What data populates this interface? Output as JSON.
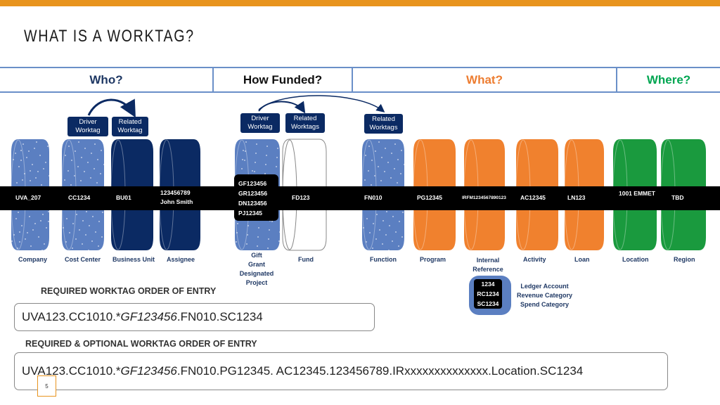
{
  "title": "WHAT IS A WORKTAG?",
  "header": {
    "who": "Who?",
    "how_funded": "How Funded?",
    "what": "What?",
    "where": "Where?"
  },
  "colors": {
    "accent_bar": "#e8941e",
    "navy": "#0b2a63",
    "orange": "#f0812e",
    "green": "#1a9a3e",
    "pattern_blue": "#5b7fc1",
    "what_text": "#ed7d31",
    "where_text": "#00a651",
    "who_text": "#1f3864"
  },
  "tag_boxes": {
    "who_driver": "Driver\nWorktag",
    "who_related": "Related\nWorktag",
    "fund_driver": "Driver\nWorktag",
    "fund_related": "Related\nWorktags",
    "function_related": "Related\nWorktags"
  },
  "values": {
    "company": "UVA_207",
    "cost_center": "CC1234",
    "business_unit": "BU01",
    "assignee_line1": "123456789",
    "assignee_line2": "John Smith",
    "gift": "GF123456",
    "grant": "GR123456",
    "designated": "DN123456",
    "project": "PJ12345",
    "fund": "FD123",
    "function": "FN010",
    "program": "PG12345",
    "internal_reference": "IRFM1234567890123",
    "activity": "AC12345",
    "loan": "LN123",
    "location": "1001 EMMET",
    "region": "TBD"
  },
  "labels": {
    "company": "Company",
    "cost_center": "Cost Center",
    "business_unit": "Business Unit",
    "assignee": "Assignee",
    "gift": "Gift",
    "grant": "Grant",
    "designated": "Designated",
    "project": "Project",
    "fund": "Fund",
    "function": "Function",
    "program": "Program",
    "internal_1": "Internal",
    "internal_2": "Reference",
    "activity": "Activity",
    "loan": "Loan",
    "location": "Location",
    "region": "Region"
  },
  "ledger": {
    "values": [
      "1234",
      "RC1234",
      "SC1234"
    ],
    "labels": [
      "Ledger Account",
      "Revenue Category",
      "Spend Category"
    ]
  },
  "required_title": "REQUIRED WORKTAG ORDER OF ENTRY",
  "required_entry": {
    "prefix": "UVA123.CC1010.*",
    "italic": "GF123456",
    "suffix": ".FN010.SC1234"
  },
  "optional_title": "REQUIRED & OPTIONAL WORKTAG ORDER OF ENTRY",
  "optional_entry": {
    "prefix": "UVA123.CC1010.*",
    "italic": "GF123456",
    "suffix": ".FN010.PG12345.  AC12345.123456789.IRxxxxxxxxxxxxxx.Location.SC1234"
  },
  "page_number": "5"
}
